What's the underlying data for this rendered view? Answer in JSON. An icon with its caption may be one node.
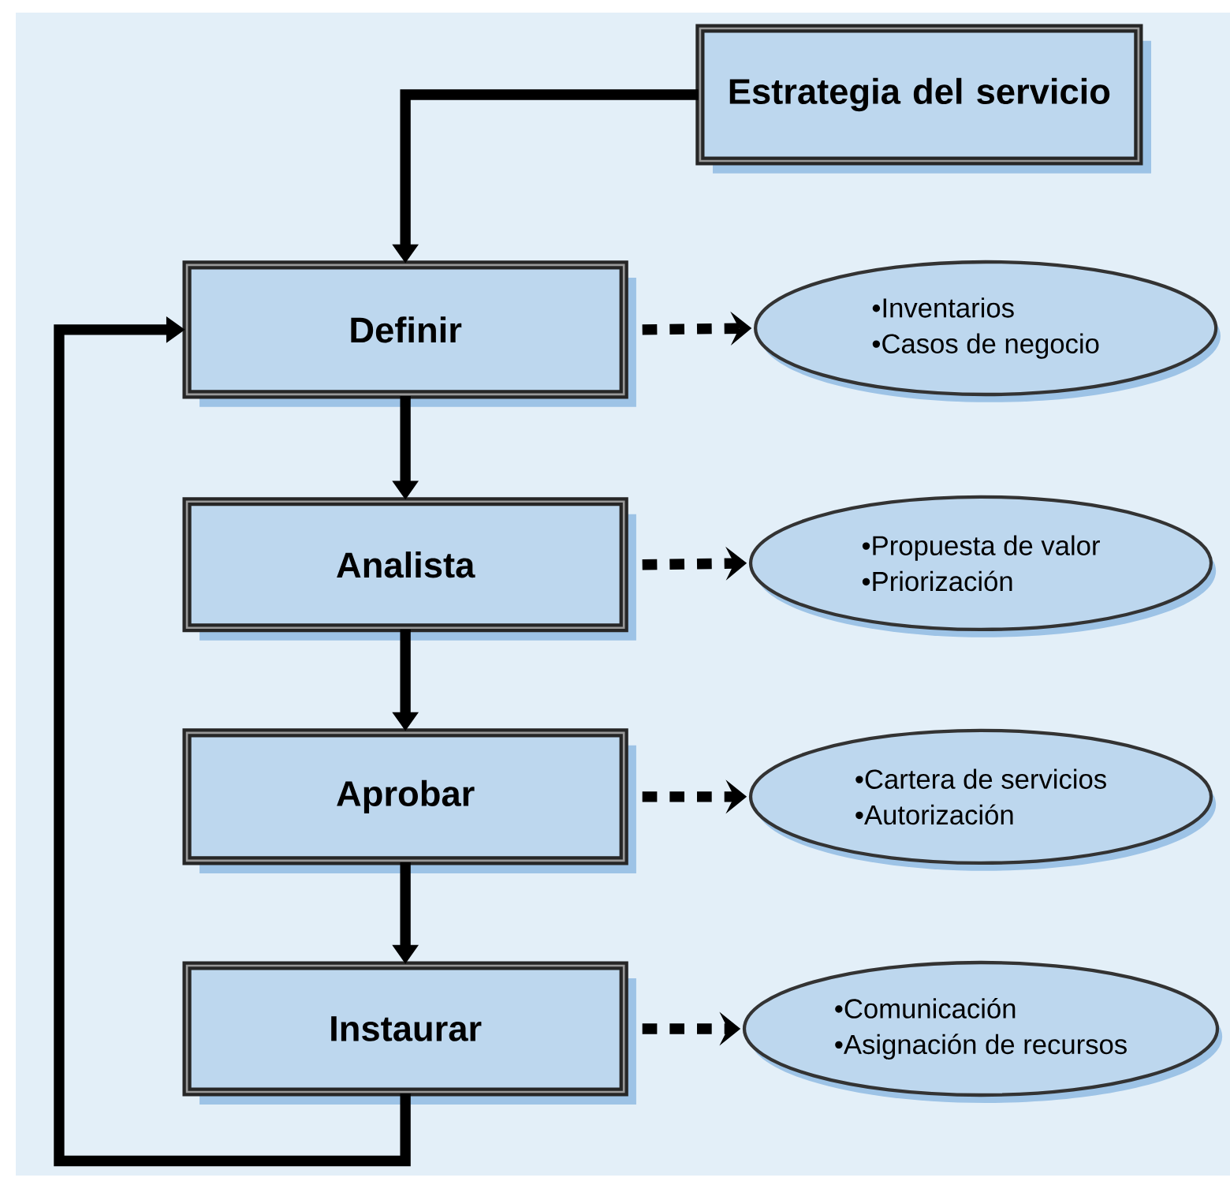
{
  "diagram": {
    "nodes": [
      {
        "text": [
          "Estrategia del servicio"
        ]
      },
      {
        "text": [
          "Definir"
        ]
      },
      {
        "text": [
          "Analista"
        ]
      },
      {
        "text": [
          "Aprobar"
        ]
      },
      {
        "text": [
          "Instaurar"
        ]
      },
      {
        "text": [
          "•Inventarios",
          "•Casos de negocio"
        ]
      },
      {
        "text": [
          "•Propuesta de valor",
          "•Priorización"
        ]
      },
      {
        "text": [
          "•Cartera de servicios",
          "•Autorización"
        ]
      },
      {
        "text": [
          "•Comunicación",
          "•Asignación de recursos"
        ]
      }
    ],
    "edges": [
      {
        "from": 0,
        "to": 1,
        "arrow": "to"
      },
      {
        "from": 1,
        "to": 2,
        "arrow": "to"
      },
      {
        "from": 2,
        "to": 3,
        "arrow": "to"
      },
      {
        "from": 3,
        "to": 4,
        "arrow": "to"
      },
      {
        "from": 4,
        "to": 1,
        "arrow": "to"
      },
      {
        "from": 1,
        "to": 5,
        "arrow": "to",
        "style": "dashed"
      },
      {
        "from": 2,
        "to": 6,
        "arrow": "to",
        "style": "dashed"
      },
      {
        "from": 3,
        "to": 7,
        "arrow": "to",
        "style": "dashed"
      },
      {
        "from": 4,
        "to": 8,
        "arrow": "to",
        "style": "dashed"
      }
    ]
  }
}
